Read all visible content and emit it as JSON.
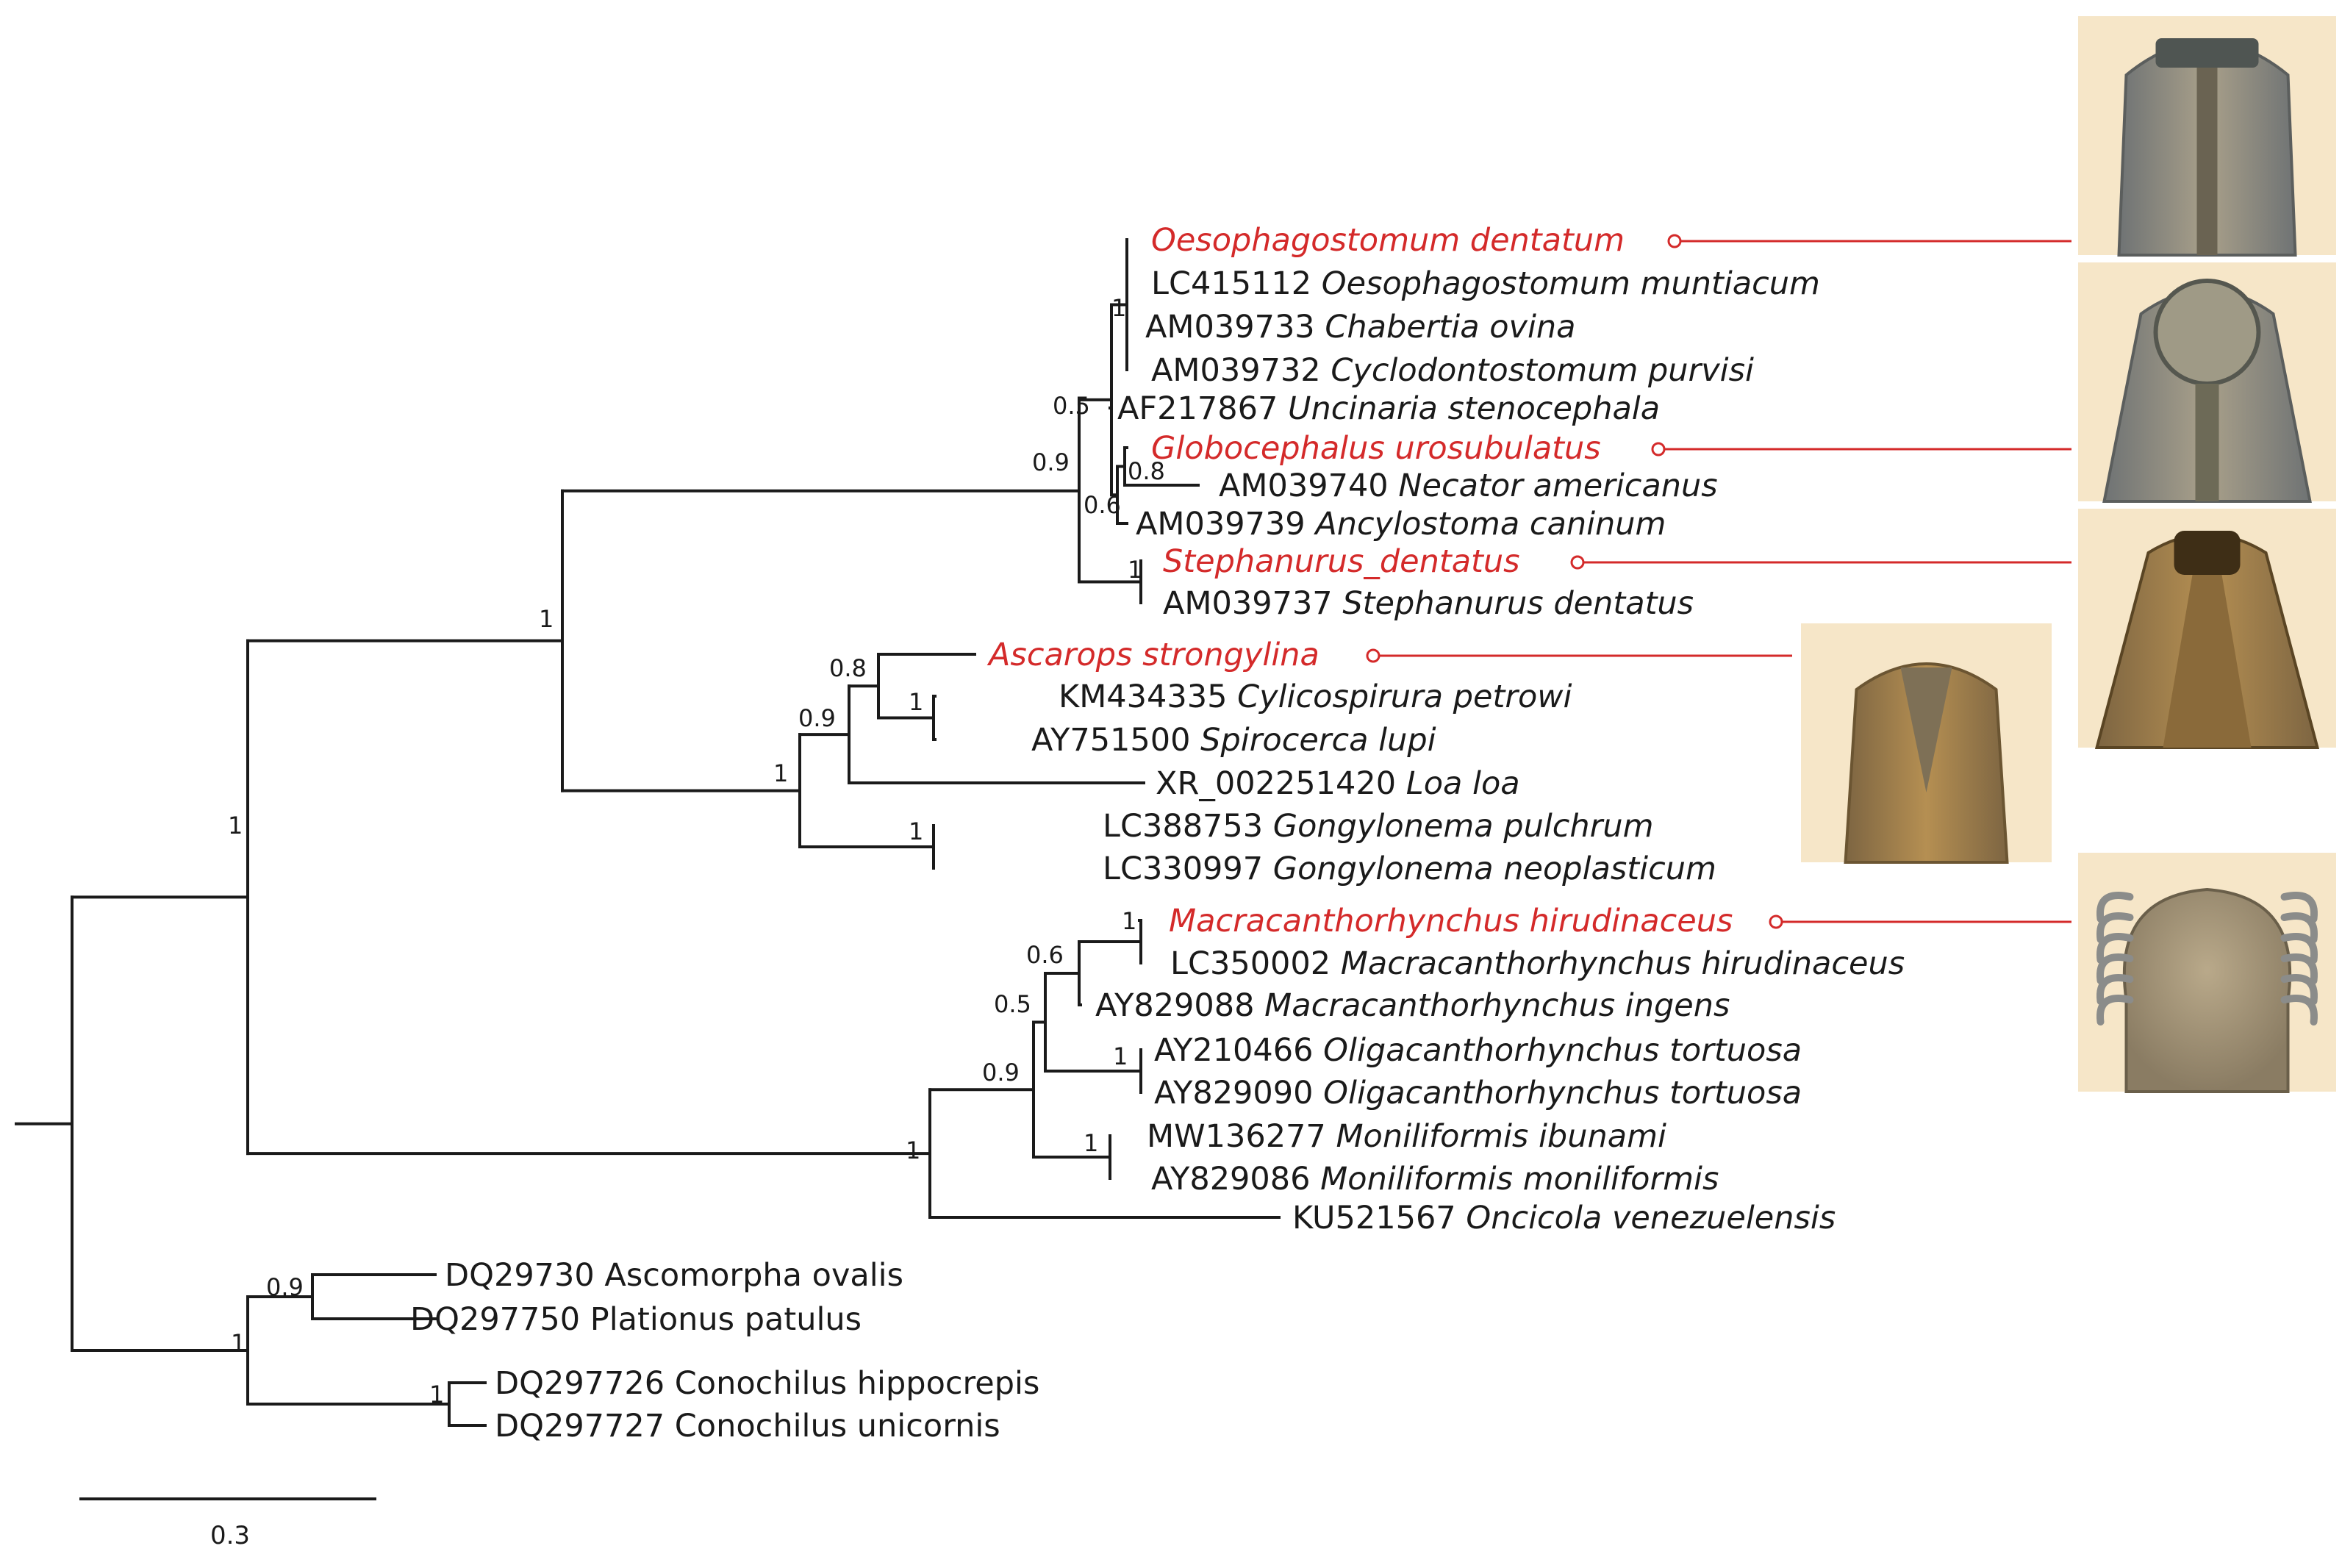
{
  "colors": {
    "branch": "#1a1a1a",
    "highlight": "#d42a2a",
    "photo_bg": "#f6e6c8"
  },
  "scale_bar": {
    "label": "0.3"
  },
  "leaves": [
    {
      "id": "L1",
      "accession": "",
      "species": "Oesophagostomum dentatum",
      "italic_all": true,
      "highlight": true,
      "photo": "p1"
    },
    {
      "id": "L2",
      "accession": "LC415112",
      "species": "Oesophagostomum muntiacum",
      "italic_all": false,
      "highlight": false
    },
    {
      "id": "L3",
      "accession": "AM039733",
      "species": "Chabertia ovina",
      "italic_all": false,
      "highlight": false
    },
    {
      "id": "L4",
      "accession": "AM039732",
      "species": "Cyclodontostomum purvisi",
      "italic_all": false,
      "highlight": false
    },
    {
      "id": "L5",
      "accession": "AF217867",
      "species": "Uncinaria stenocephala",
      "italic_all": false,
      "highlight": false
    },
    {
      "id": "L6",
      "accession": "",
      "species": "Globocephalus urosubulatus",
      "italic_all": true,
      "highlight": true,
      "photo": "p2"
    },
    {
      "id": "L7",
      "accession": "AM039740",
      "species": "Necator americanus",
      "italic_all": false,
      "highlight": false
    },
    {
      "id": "L8",
      "accession": "AM039739",
      "species": "Ancylostoma caninum",
      "italic_all": false,
      "highlight": false
    },
    {
      "id": "L9",
      "accession": "",
      "species": "Stephanurus_dentatus",
      "italic_all": true,
      "highlight": true,
      "photo": "p3"
    },
    {
      "id": "L10",
      "accession": "AM039737",
      "species": "Stephanurus dentatus",
      "italic_all": false,
      "highlight": false
    },
    {
      "id": "L11",
      "accession": "",
      "species": "Ascarops strongylina",
      "italic_all": true,
      "highlight": true,
      "photo": "p4"
    },
    {
      "id": "L12",
      "accession": "KM434335",
      "species": "Cylicospirura petrowi",
      "italic_all": false,
      "highlight": false
    },
    {
      "id": "L13",
      "accession": "AY751500",
      "species": "Spirocerca lupi",
      "italic_all": false,
      "highlight": false
    },
    {
      "id": "L14",
      "accession": "XR_002251420",
      "species": "Loa loa",
      "italic_all": false,
      "highlight": false
    },
    {
      "id": "L15",
      "accession": "LC388753",
      "species": "Gongylonema pulchrum",
      "italic_all": false,
      "highlight": false
    },
    {
      "id": "L16",
      "accession": "LC330997",
      "species": "Gongylonema neoplasticum",
      "italic_all": false,
      "highlight": false
    },
    {
      "id": "L17",
      "accession": "",
      "species": "Macracanthorhynchus hirudinaceus",
      "italic_all": true,
      "highlight": true,
      "photo": "p5"
    },
    {
      "id": "L18",
      "accession": "LC350002",
      "species": "Macracanthorhynchus hirudinaceus",
      "italic_all": false,
      "highlight": false
    },
    {
      "id": "L19",
      "accession": "AY829088",
      "species": "Macracanthorhynchus ingens",
      "italic_all": false,
      "highlight": false
    },
    {
      "id": "L20",
      "accession": "AY210466",
      "species": "Oligacanthorhynchus tortuosa",
      "italic_all": false,
      "highlight": false
    },
    {
      "id": "L21",
      "accession": "AY829090",
      "species": "Oligacanthorhynchus tortuosa",
      "italic_all": false,
      "highlight": false
    },
    {
      "id": "L22",
      "accession": "MW136277",
      "species": "Moniliformis ibunami",
      "italic_all": false,
      "highlight": false
    },
    {
      "id": "L23",
      "accession": "AY829086",
      "species": "Moniliformis moniliformis",
      "italic_all": false,
      "highlight": false
    },
    {
      "id": "L24",
      "accession": "KU521567",
      "species": "Oncicola venezuelensis",
      "italic_all": false,
      "highlight": false
    },
    {
      "id": "L25",
      "accession": "DQ29730",
      "species": "Ascomorpha ovalis",
      "italic_all": false,
      "highlight": false,
      "upright": true
    },
    {
      "id": "L26",
      "accession": "DQ297750",
      "species": "Plationus patulus",
      "italic_all": false,
      "highlight": false,
      "upright": true
    },
    {
      "id": "L27",
      "accession": "DQ297726",
      "species": "Conochilus hippocrepis",
      "italic_all": false,
      "highlight": false,
      "upright": true
    },
    {
      "id": "L28",
      "accession": "DQ297727",
      "species": "Conochilus unicornis",
      "italic_all": false,
      "highlight": false,
      "upright": true
    }
  ],
  "supports": [
    {
      "node": "n_oes",
      "value": "1"
    },
    {
      "node": "n_str",
      "value": "0.5"
    },
    {
      "node": "n_hook",
      "value": "0.6"
    },
    {
      "node": "n_nec",
      "value": "0.8"
    },
    {
      "node": "n_ste",
      "value": "1"
    },
    {
      "node": "n_strongylida",
      "value": "0.9"
    },
    {
      "node": "n_nema",
      "value": "1"
    },
    {
      "node": "n_spi",
      "value": "0.8"
    },
    {
      "node": "n_cyl",
      "value": "1"
    },
    {
      "node": "n_spi2",
      "value": "0.9"
    },
    {
      "node": "n_spiru",
      "value": "1"
    },
    {
      "node": "n_gon",
      "value": "1"
    },
    {
      "node": "n_mac",
      "value": "1"
    },
    {
      "node": "n_mac2",
      "value": "0.6"
    },
    {
      "node": "n_mac3",
      "value": "0.5"
    },
    {
      "node": "n_oli",
      "value": "1"
    },
    {
      "node": "n_arch",
      "value": "0.9"
    },
    {
      "node": "n_mon",
      "value": "1"
    },
    {
      "node": "n_acan",
      "value": "1"
    },
    {
      "node": "n_ingroup",
      "value": "1"
    },
    {
      "node": "n_asc",
      "value": "0.9"
    },
    {
      "node": "n_con",
      "value": "1"
    },
    {
      "node": "n_roti",
      "value": "1"
    }
  ],
  "photos": [
    {
      "id": "p1",
      "kind": "worm-head-buccal"
    },
    {
      "id": "p2",
      "kind": "worm-head-capsule"
    },
    {
      "id": "p3",
      "kind": "worm-head-cup"
    },
    {
      "id": "p4",
      "kind": "worm-head-taper"
    },
    {
      "id": "p5",
      "kind": "proboscis-hooks"
    }
  ]
}
